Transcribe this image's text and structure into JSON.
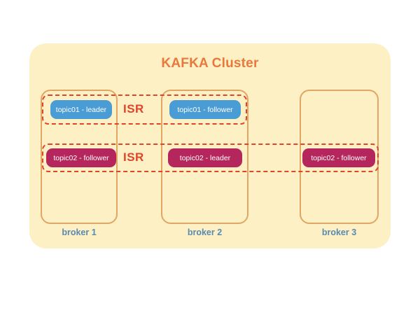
{
  "cluster": {
    "title": "KAFKA Cluster",
    "panel_color": "#fcf0c4",
    "title_color": "#e8783c"
  },
  "colors": {
    "leader_blue": "#4a9cd4",
    "replica_magenta": "#b5275c",
    "isr_dashed": "#e0452a",
    "broker_border": "#e0a763",
    "broker_label": "#5a8ab0"
  },
  "brokers": [
    {
      "label": "broker 1"
    },
    {
      "label": "broker 2"
    },
    {
      "label": "broker 3"
    }
  ],
  "isr_groups": [
    {
      "topic": "topic01",
      "label": "ISR",
      "spans_brokers": [
        "broker 1",
        "broker 2"
      ],
      "replicas": [
        {
          "text": "topic01 - leader",
          "role": "leader",
          "broker": "broker 1",
          "color": "#4a9cd4"
        },
        {
          "text": "topic01 - follower",
          "role": "follower",
          "broker": "broker 2",
          "color": "#4a9cd4"
        }
      ]
    },
    {
      "topic": "topic02",
      "label": "ISR",
      "spans_brokers": [
        "broker 1",
        "broker 2",
        "broker 3"
      ],
      "replicas": [
        {
          "text": "topic02 - follower",
          "role": "follower",
          "broker": "broker 1",
          "color": "#b5275c"
        },
        {
          "text": "topic02 - leader",
          "role": "leader",
          "broker": "broker 2",
          "color": "#b5275c"
        },
        {
          "text": "topic02 - follower",
          "role": "follower",
          "broker": "broker 3",
          "color": "#b5275c"
        }
      ]
    }
  ]
}
